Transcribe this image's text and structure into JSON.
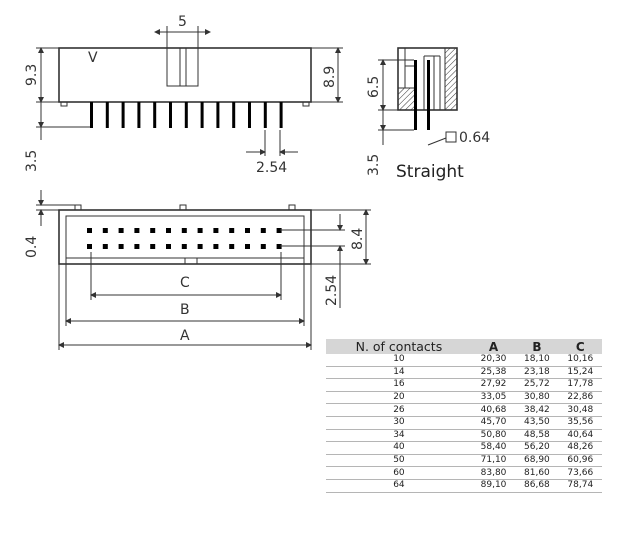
{
  "labels": {
    "dim_5": "5",
    "dim_9_3": "9.3",
    "dim_8_9": "8.9",
    "dim_3_5_left": "3.5",
    "dim_2_54_top": "2.54",
    "dim_6_5": "6.5",
    "dim_3_5_right": "3.5",
    "dim_0_64": "0.64",
    "straight": "Straight",
    "dim_0_4": "0.4",
    "dim_8_4": "8.4",
    "dim_2_54_side": "2.54",
    "dim_C": "C",
    "dim_B": "B",
    "dim_A": "A",
    "key_mark": "V"
  },
  "table": {
    "headers": [
      "N. of contacts",
      "A",
      "B",
      "C"
    ],
    "rows": [
      [
        "10",
        "20,30",
        "18,10",
        "10,16"
      ],
      [
        "14",
        "25,38",
        "23,18",
        "15,24"
      ],
      [
        "16",
        "27,92",
        "25,72",
        "17,78"
      ],
      [
        "20",
        "33,05",
        "30,80",
        "22,86"
      ],
      [
        "26",
        "40,68",
        "38,42",
        "30,48"
      ],
      [
        "30",
        "45,70",
        "43,50",
        "35,56"
      ],
      [
        "34",
        "50,80",
        "48,58",
        "40,64"
      ],
      [
        "40",
        "58,40",
        "56,20",
        "48,26"
      ],
      [
        "50",
        "71,10",
        "68,90",
        "60,96"
      ],
      [
        "60",
        "83,80",
        "81,60",
        "73,66"
      ],
      [
        "64",
        "89,10",
        "86,68",
        "78,74"
      ]
    ]
  }
}
